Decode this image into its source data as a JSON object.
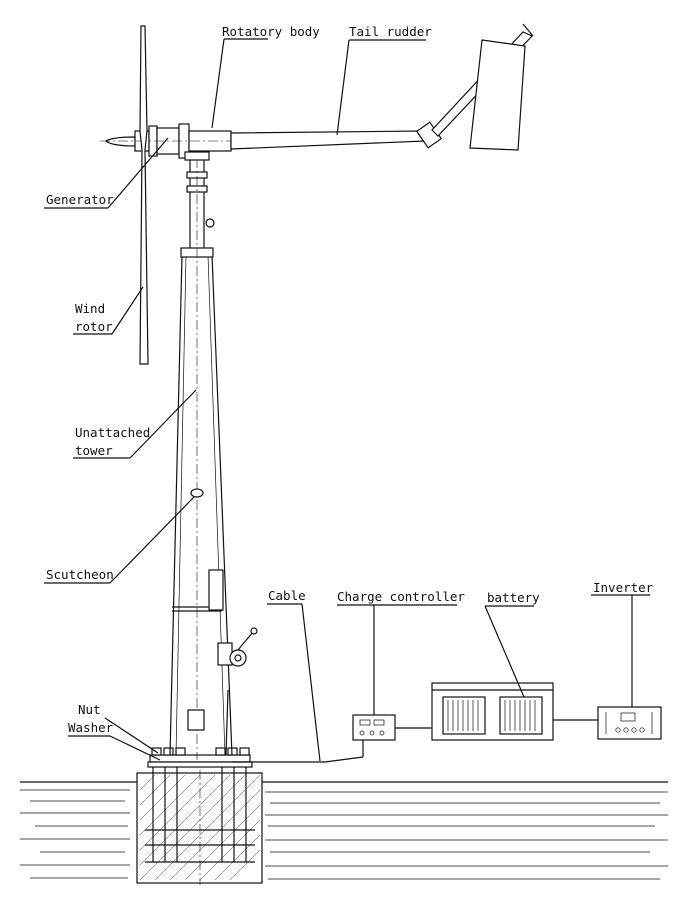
{
  "labels": {
    "rotatory_body": "Rotatory body",
    "tail_rudder": "Tail rudder",
    "generator": "Generator",
    "wind_rotor_line1": "Wind",
    "wind_rotor_line2": "rotor",
    "unattached_tower_line1": "Unattached",
    "unattached_tower_line2": "tower",
    "scutcheon": "Scutcheon",
    "cable": "Cable",
    "charge_controller": "Charge controller",
    "battery": "battery",
    "inverter": "Inverter",
    "nut": "Nut",
    "washer": "Washer"
  }
}
